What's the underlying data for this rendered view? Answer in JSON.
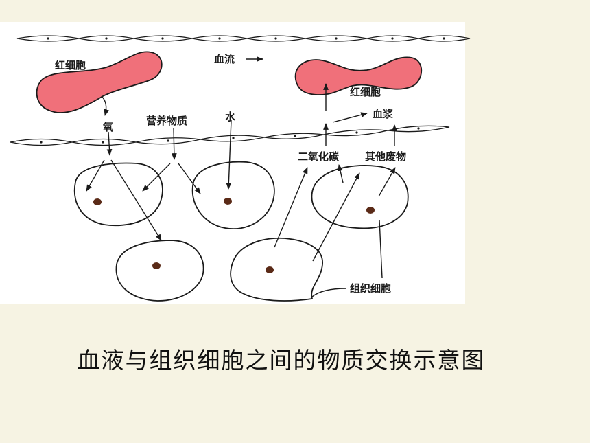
{
  "diagram": {
    "labels": {
      "red_cell_left": "红细胞",
      "blood_flow": "血流",
      "red_cell_right": "红细胞",
      "plasma": "血浆",
      "oxygen": "氧",
      "nutrients": "营养物质",
      "water": "水",
      "co2": "二氧化碳",
      "other_waste": "其他废物",
      "tissue_cell": "组织细胞"
    },
    "colors": {
      "red_cell": "#f0707a",
      "panel": "#ffffff",
      "ink": "#1a1a1a"
    }
  },
  "caption": "血液与组织细胞之间的物质交换示意图"
}
